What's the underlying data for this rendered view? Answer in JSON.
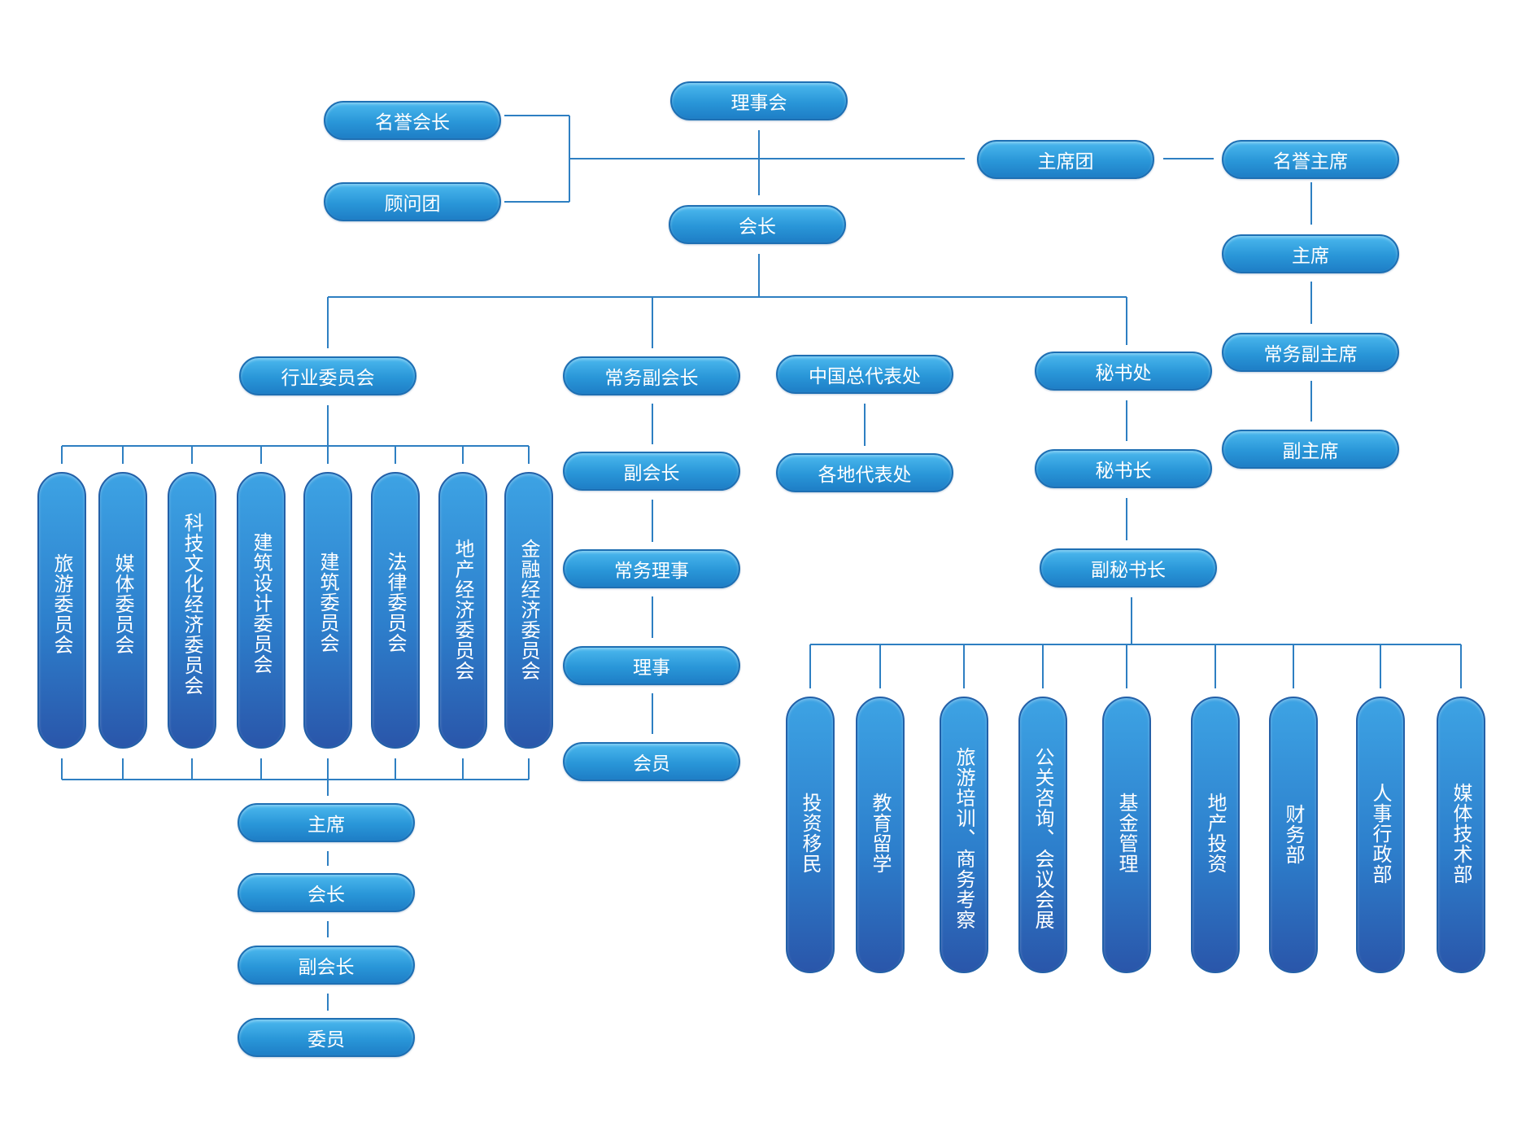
{
  "nodes": {
    "council": "理事会",
    "honorary_president": "名誉会长",
    "advisory_group": "顾问团",
    "presidium": "主席团",
    "honorary_chairman": "名誉主席",
    "president": "会长",
    "chairman": "主席",
    "exec_vice_chairman": "常务副主席",
    "vice_chairman": "副主席",
    "industry_committee": "行业委员会",
    "exec_vice_president": "常务副会长",
    "vice_president": "副会长",
    "exec_director": "常务理事",
    "director": "理事",
    "member": "会员",
    "china_office": "中国总代表处",
    "local_offices": "各地代表处",
    "secretariat": "秘书处",
    "secretary_general": "秘书长",
    "deputy_secretary_general": "副秘书长",
    "committee_chairman": "主席",
    "committee_president": "会长",
    "committee_vice_president": "副会长",
    "committee_member": "委员"
  },
  "committees": [
    "旅游委员会",
    "媒体委员会",
    "科技文化经济委员会",
    "建筑设计委员会",
    "建筑委员会",
    "法律委员会",
    "地产经济委员会",
    "金融经济委员会"
  ],
  "departments": [
    "投资移民",
    "教育留学",
    "旅游培训、商务考察",
    "公关咨询、会议会展",
    "基金管理",
    "地产投资",
    "财务部",
    "人事行政部",
    "媒体技术部"
  ],
  "colors": {
    "pill_top": "#4bb8ee",
    "pill_bottom": "#1e7ec6",
    "column_bottom": "#2a56aa",
    "line": "#2e7fc2"
  }
}
